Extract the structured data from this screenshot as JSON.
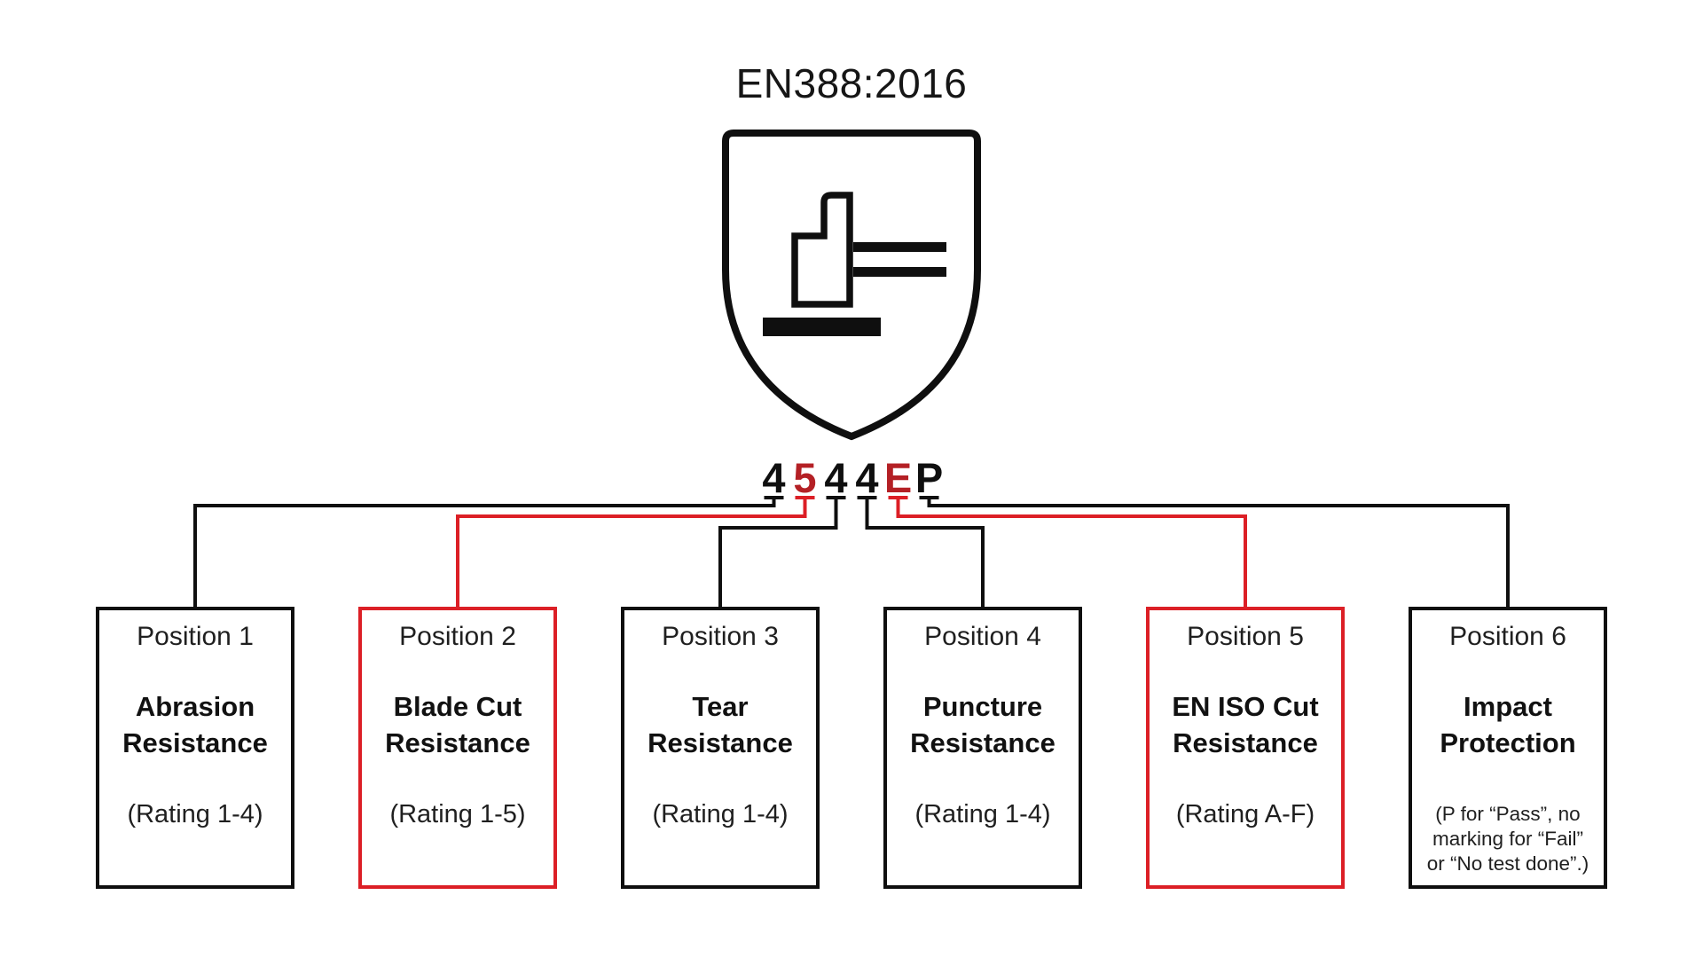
{
  "title": "EN388:2016",
  "colors": {
    "ink": "#0f0f0f",
    "red_line": "#dc1f26",
    "red_char": "#b42025"
  },
  "shield": {
    "icon": "en388-mechanical-hazard-shield-icon"
  },
  "code": {
    "characters": [
      {
        "char": "4",
        "color": "black"
      },
      {
        "char": "5",
        "color": "red"
      },
      {
        "char": "4",
        "color": "black"
      },
      {
        "char": "4",
        "color": "black"
      },
      {
        "char": "E",
        "color": "red"
      },
      {
        "char": "P",
        "color": "black"
      }
    ]
  },
  "positions": [
    {
      "label": "Position 1",
      "title": "Abrasion\nResistance",
      "rating": "(Rating 1-4)",
      "accent": "black"
    },
    {
      "label": "Position 2",
      "title": "Blade Cut\nResistance",
      "rating": "(Rating 1-5)",
      "accent": "red"
    },
    {
      "label": "Position 3",
      "title": "Tear\nResistance",
      "rating": "(Rating 1-4)",
      "accent": "black"
    },
    {
      "label": "Position 4",
      "title": "Puncture\nResistance",
      "rating": "(Rating 1-4)",
      "accent": "black"
    },
    {
      "label": "Position 5",
      "title": "EN ISO Cut\nResistance",
      "rating": "(Rating A-F)",
      "accent": "red"
    },
    {
      "label": "Position 6",
      "title": "Impact\nProtection",
      "rating": "(P for “Pass”, no\nmarking for “Fail”\nor “No test done”.)",
      "accent": "black"
    }
  ]
}
